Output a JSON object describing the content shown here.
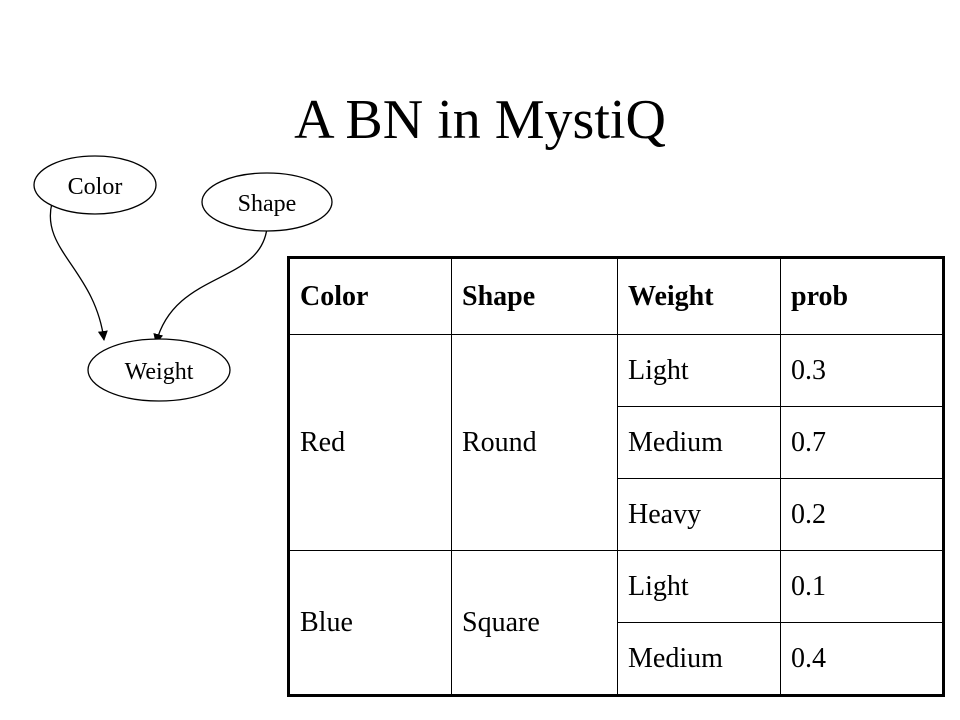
{
  "title": "A BN in MystiQ",
  "graph": {
    "nodes": {
      "color": "Color",
      "shape": "Shape",
      "weight": "Weight"
    },
    "edges": [
      {
        "from": "Color",
        "to": "Weight"
      },
      {
        "from": "Shape",
        "to": "Weight"
      }
    ]
  },
  "table": {
    "headers": [
      "Color",
      "Shape",
      "Weight",
      "prob"
    ],
    "groups": [
      {
        "color": "Red",
        "shape": "Round",
        "rows": [
          {
            "weight": "Light",
            "prob": "0.3"
          },
          {
            "weight": "Medium",
            "prob": "0.7"
          },
          {
            "weight": "Heavy",
            "prob": "0.2"
          }
        ]
      },
      {
        "color": "Blue",
        "shape": "Square",
        "rows": [
          {
            "weight": "Light",
            "prob": "0.1"
          },
          {
            "weight": "Medium",
            "prob": "0.4"
          }
        ]
      }
    ]
  }
}
